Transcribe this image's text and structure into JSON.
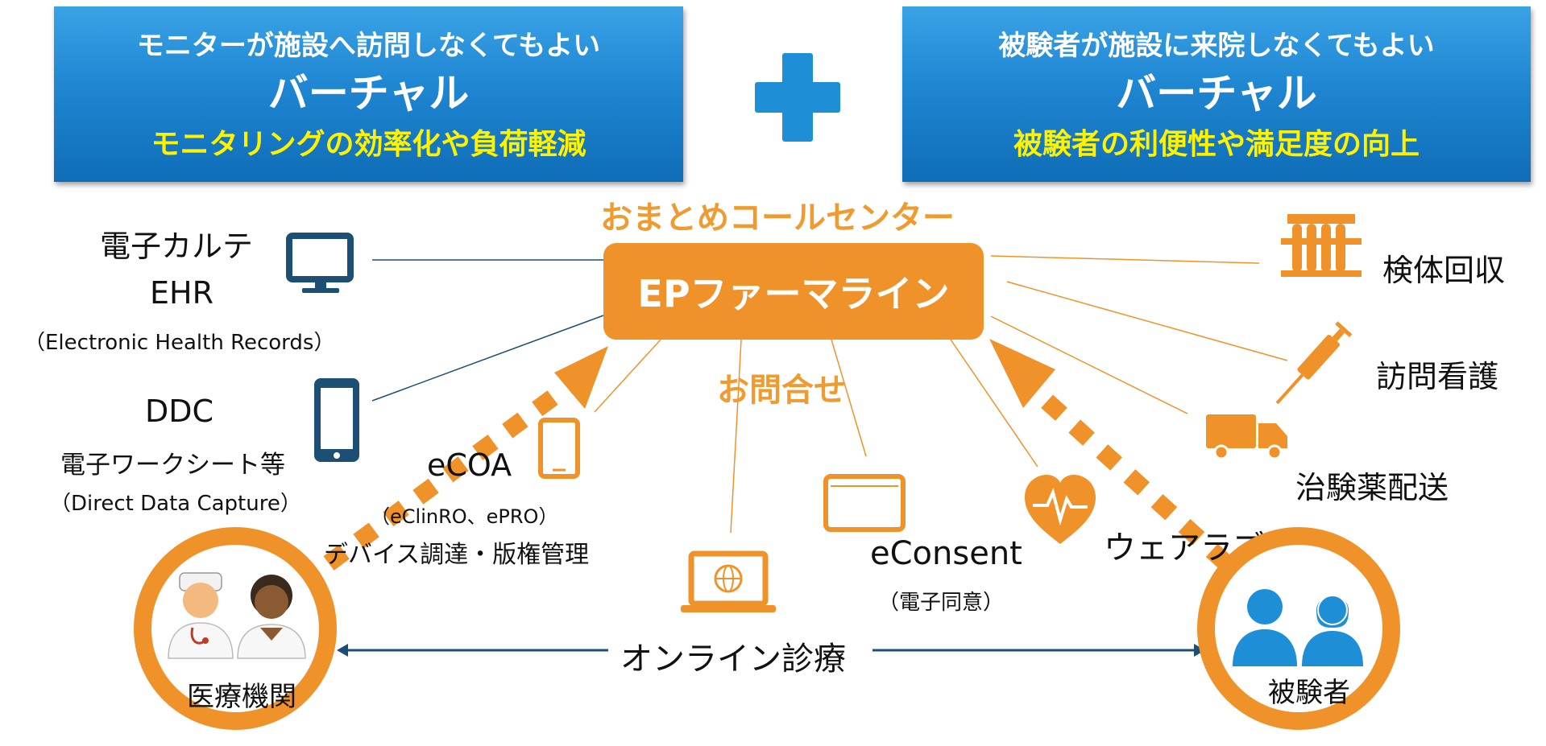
{
  "banners": {
    "left": {
      "line1": "モニターが施設へ訪問しなくてもよい",
      "line2": "バーチャル",
      "line3": "モニタリングの効率化や負荷軽減"
    },
    "right": {
      "line1": "被験者が施設に来院しなくてもよい",
      "line2": "バーチャル",
      "line3": "被験者の利便性や満足度の向上"
    }
  },
  "center": {
    "call_center": "おまとめコールセンター",
    "ep_box": "EPファーマライン",
    "inquiry": "お問合せ"
  },
  "left_items": {
    "ehr_title": "電子カルテ",
    "ehr_abbr": "EHR",
    "ehr_full": "（Electronic Health Records）",
    "ddc_abbr": "DDC",
    "ddc_title": "電子ワークシート等",
    "ddc_full": "（Direct Data Capture）"
  },
  "middle_items": {
    "ecoa": "eCOA",
    "ecoa_sub": "（eClinRO、ePRO）",
    "ecoa_device": "デバイス調達・版権管理",
    "online": "オンライン診療",
    "econsent": "eConsent",
    "econsent_sub": "（電子同意）",
    "wearable": "ウェアラブル"
  },
  "right_items": {
    "specimen": "検体回収",
    "nursing": "訪問看護",
    "delivery": "治験薬配送"
  },
  "nodes": {
    "medical": "医療機関",
    "subject": "被験者"
  },
  "colors": {
    "banner_blue": "#1f86d2",
    "banner_highlight": "#fff200",
    "orange": "#f0922a",
    "navy": "#1d4e74",
    "icon_blue": "#1e8fd6"
  }
}
